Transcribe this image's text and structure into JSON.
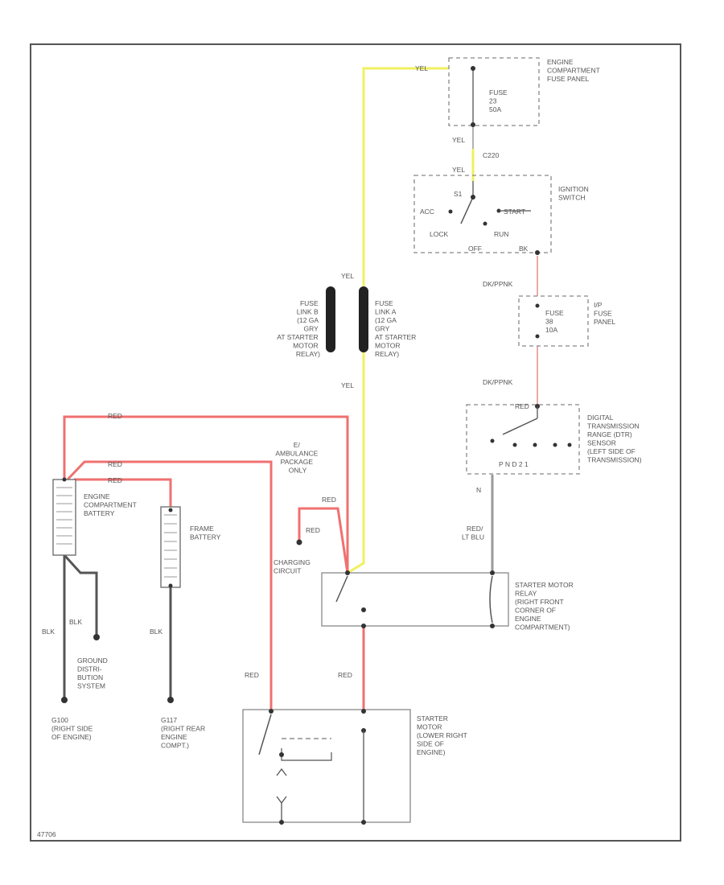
{
  "colors": {
    "yellow_wire": "#f0f060",
    "red_wire": "#f07070",
    "black_wire": "#555555",
    "pink_wire": "#e8a0a0"
  },
  "engine_fuse_panel": {
    "label": [
      "ENGINE",
      "COMPARTMENT",
      "FUSE PANEL"
    ],
    "fuse": [
      "FUSE",
      "23",
      "50A"
    ],
    "wire_in": "YEL"
  },
  "fuse_panel_link": {
    "wire_top": "YEL",
    "code": "C220",
    "wire_bottom": "YEL"
  },
  "ignition_switch": {
    "label": [
      "IGNITION",
      "SWITCH"
    ],
    "positions": {
      "s1": "S1",
      "acc": "ACC",
      "start": "START",
      "lock": "LOCK",
      "off": "OFF",
      "run": "RUN"
    },
    "out": "BK"
  },
  "ip_fuse_panel": {
    "wire_top": "DK/PPNK",
    "label": [
      "I/P",
      "FUSE",
      "PANEL"
    ],
    "fuse": [
      "FUSE",
      "38",
      "10A"
    ],
    "wire_bottom": "DK/PPNK"
  },
  "fuse_links": {
    "top_wire": "YEL",
    "bottom_wire": "YEL",
    "left": [
      "FUSE",
      "LINK B",
      "(12 GA",
      "GRY",
      "AT STARTER",
      "MOTOR",
      "RELAY)"
    ],
    "right": [
      "FUSE",
      "LINK A",
      "(12 GA",
      "GRY",
      "AT STARTER",
      "MOTOR",
      "RELAY)"
    ]
  },
  "dtr_sensor": {
    "wire_in": "RED",
    "label": [
      "DIGITAL",
      "TRANSMISSION",
      "RANGE (DTR)",
      "SENSOR",
      "(LEFT SIDE OF",
      "TRANSMISSION)"
    ],
    "contacts": "P  N  D  2  1",
    "out": "N"
  },
  "relay_feed": {
    "wire": [
      "RED/",
      "LT BLU"
    ]
  },
  "starter_relay": {
    "label": [
      "STARTER MOTOR",
      "RELAY",
      "(RIGHT FRONT",
      "CORNER OF",
      "ENGINE",
      "COMPARTMENT)"
    ]
  },
  "ambulance": {
    "label": [
      "E/",
      "AMBULANCE",
      "PACKAGE",
      "ONLY"
    ],
    "wire1": "RED",
    "wire2": "RED"
  },
  "charging": {
    "label": [
      "CHARGING",
      "CIRCUIT"
    ]
  },
  "engine_battery": {
    "label": [
      "ENGINE",
      "COMPARTMENT",
      "BATTERY"
    ],
    "wire_top": "RED",
    "wire_mid": "RED",
    "wire_right": "RED"
  },
  "frame_battery": {
    "label": [
      "FRAME",
      "BATTERY"
    ]
  },
  "grounds": {
    "blk1": "BLK",
    "blk2": "BLK",
    "blk3": "BLK",
    "ground_dist": [
      "GROUND",
      "DISTRI-",
      "BUTION",
      "SYSTEM"
    ],
    "g100": [
      "G100",
      "(RIGHT SIDE",
      "OF ENGINE)"
    ],
    "g117": [
      "G117",
      "(RIGHT REAR",
      "ENGINE",
      "COMPT.)"
    ]
  },
  "starter_motor": {
    "wire_left": "RED",
    "wire_right": "RED",
    "label": [
      "STARTER",
      "MOTOR",
      "(LOWER RIGHT",
      "SIDE OF",
      "ENGINE)"
    ]
  },
  "figure_id": "47706"
}
